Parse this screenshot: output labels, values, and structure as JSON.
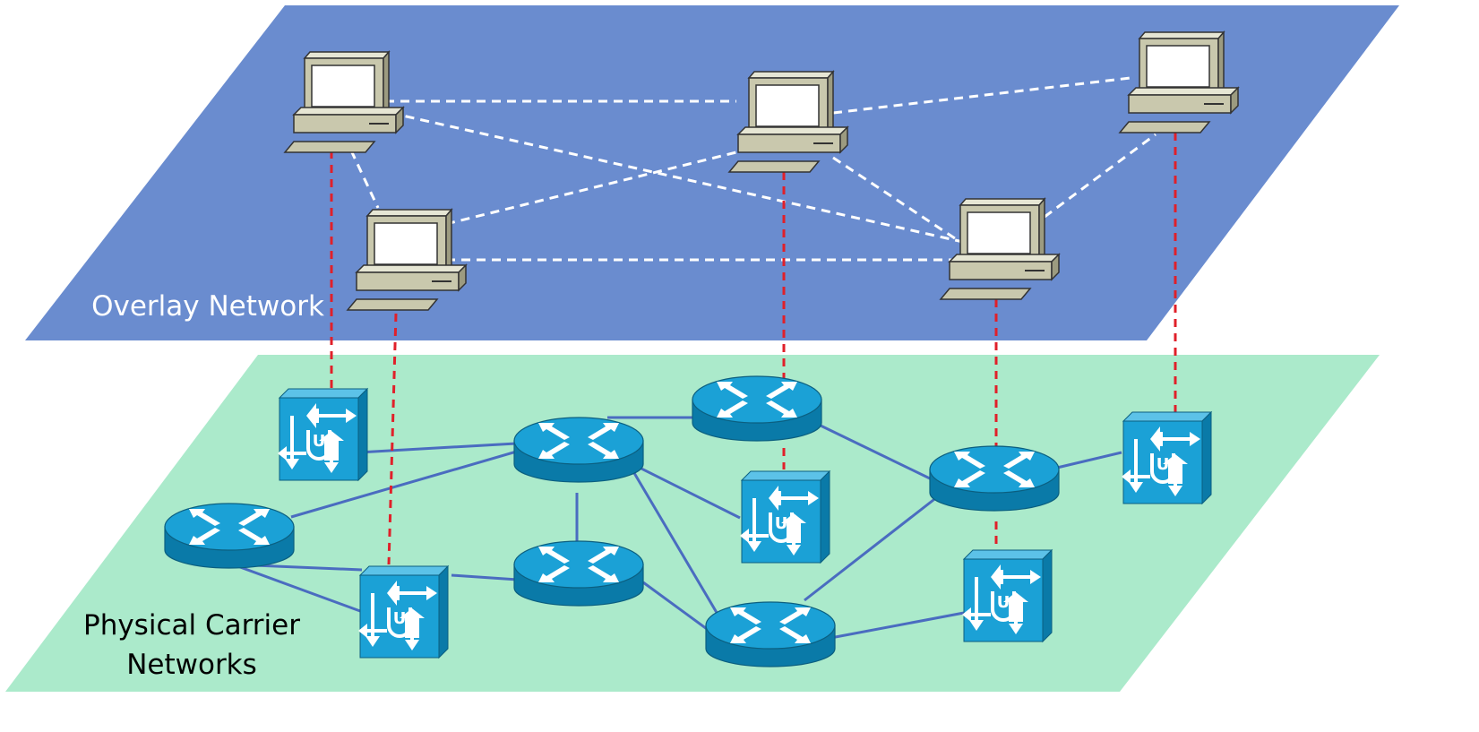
{
  "overlay_layer": {
    "label": "Overlay Network",
    "fill_color": "#6a8ccf",
    "label_color": "#ffffff",
    "hosts": [
      "host-1",
      "host-2",
      "host-3",
      "host-4",
      "host-5"
    ],
    "link_color": "#ffffff",
    "link_style": "dashed"
  },
  "physical_layer": {
    "label_lines": [
      "Physical Carrier",
      "Networks"
    ],
    "fill_color": "#abeacb",
    "label_color": "#000000",
    "routers": [
      "router-1",
      "router-2",
      "router-3",
      "router-4",
      "router-5",
      "router-6"
    ],
    "switches": [
      "switch-1",
      "switch-2",
      "switch-3",
      "switch-4",
      "switch-5"
    ],
    "device_color": "#1ba1d6",
    "link_color": "#4a6cc0"
  },
  "mapping_links": {
    "color": "#e0202a",
    "style": "dashed"
  },
  "icons": {
    "host": "desktop-computer-icon",
    "router": "router-icon",
    "switch": "atm-switch-icon"
  }
}
